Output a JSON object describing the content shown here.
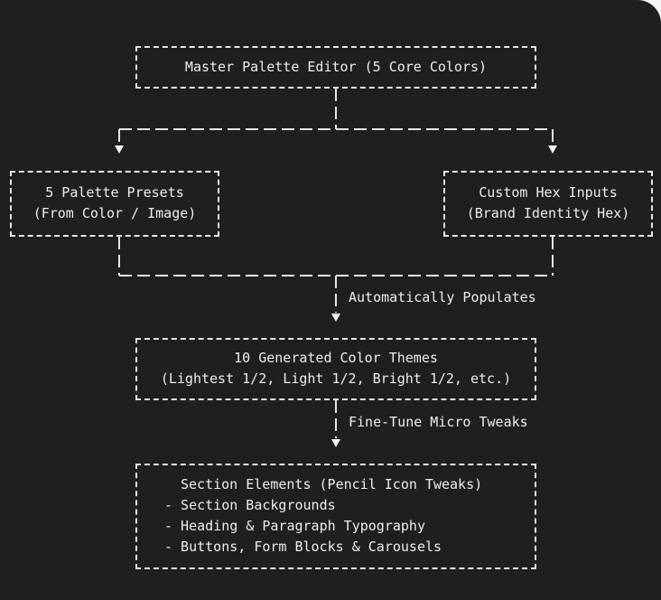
{
  "nodes": {
    "master": {
      "lines": [
        "Master Palette Editor (5 Core Colors)"
      ]
    },
    "presets": {
      "lines": [
        "5 Palette Presets",
        "(From Color / Image)"
      ]
    },
    "custom": {
      "lines": [
        "Custom Hex Inputs",
        "(Brand Identity Hex)"
      ]
    },
    "themes": {
      "lines": [
        "10 Generated Color Themes",
        "(Lightest 1/2, Light 1/2, Bright 1/2, etc.)"
      ]
    },
    "section": {
      "lines": [
        "Section Elements (Pencil Icon Tweaks)",
        "- Section Backgrounds",
        "- Heading & Paragraph Typography",
        "- Buttons, Form Blocks & Carousels"
      ]
    }
  },
  "edges": {
    "populates": "Automatically Populates",
    "tweaks": "Fine-Tune Micro Tweaks"
  },
  "colors": {
    "background": "#1f1f1f",
    "stroke": "#e6e6e6",
    "text": "#eeeeee"
  }
}
